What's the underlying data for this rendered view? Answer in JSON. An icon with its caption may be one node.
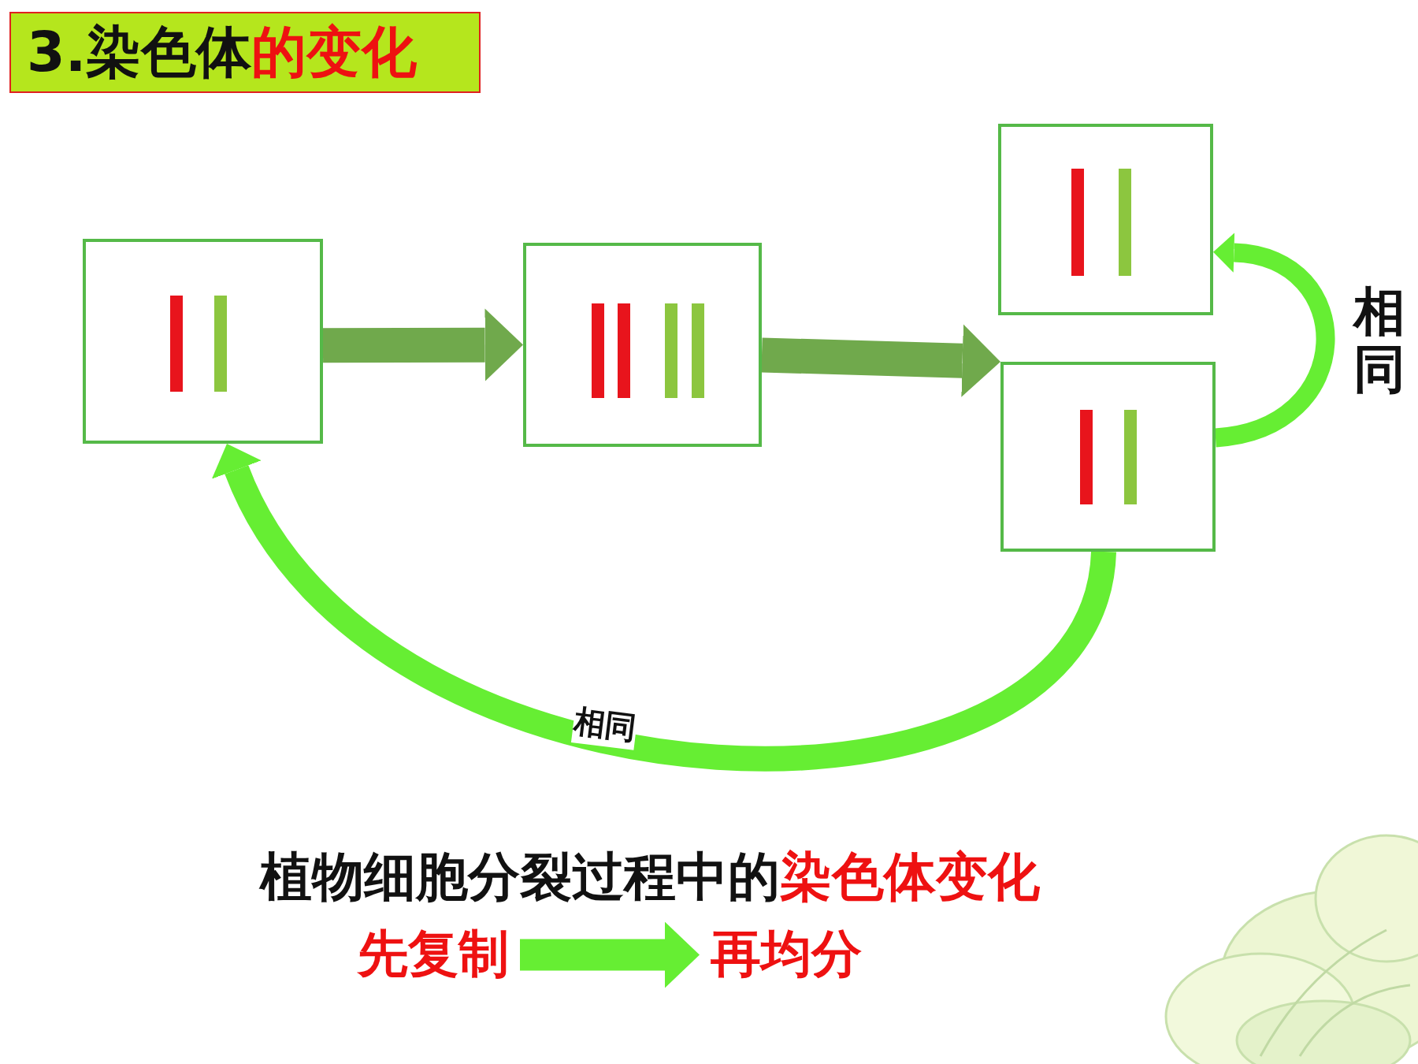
{
  "diagram": {
    "title": "3.染色体**的变化**",
    "caption": "植物细胞分裂过程中的**染色体变化**",
    "nodes": [
      {
        "text": [],
        "shape": "box"
      },
      {
        "text": [],
        "shape": "box"
      },
      {
        "text": [],
        "shape": "box"
      },
      {
        "text": [],
        "shape": "box"
      },
      {
        "text": [
          "先复制"
        ]
      },
      {
        "text": [
          "再均分"
        ]
      }
    ],
    "edges": [
      {
        "from": 0,
        "to": 1,
        "arrow": "to",
        "color": "#70a94c"
      },
      {
        "from": 1,
        "to": 3,
        "arrow": "to",
        "color": "#70a94c"
      },
      {
        "from": 3,
        "to": 2,
        "arrow": "to",
        "label": "相同"
      },
      {
        "from": 3,
        "to": 0,
        "arrow": "to",
        "label": "相同"
      },
      {
        "from": 4,
        "to": 5,
        "arrow": "to"
      }
    ]
  }
}
